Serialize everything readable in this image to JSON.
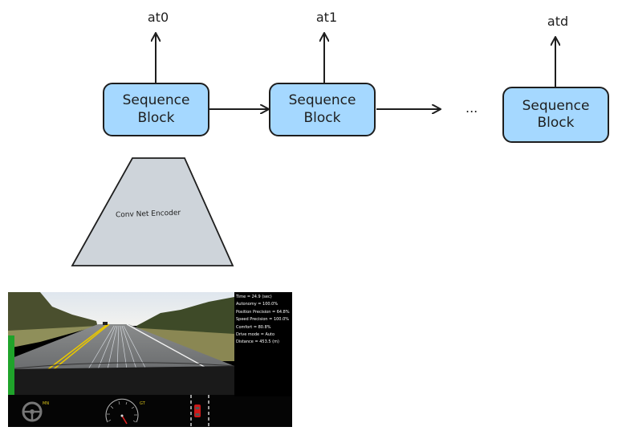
{
  "diagram": {
    "blocks": [
      {
        "line1": "Sequence",
        "line2": "Block"
      },
      {
        "line1": "Sequence",
        "line2": "Block"
      },
      {
        "line1": "Sequence",
        "line2": "Block"
      }
    ],
    "outputs": [
      "at0",
      "at1",
      "atd"
    ],
    "ellipsis": "...",
    "encoder_label": "Conv Net Encoder"
  },
  "driving_frame": {
    "hud_lines": [
      "Time = 24.9 (sec)",
      "Autonomy = 100.0%",
      "Position Precision = 64.8%",
      "Speed Precision = 100.0%",
      "Comfort = 80.8%",
      "Drive mode = Auto",
      "Distance = 453.5 (m)"
    ],
    "label_left": "MN",
    "label_right": "GT",
    "colors": {
      "block_fill": "#a5d8ff",
      "encoder_fill": "#ced4da",
      "stroke": "#1e1e1e",
      "hud_background": "#000000",
      "steering_bar": "#1fa32a",
      "lane_yellow": "#e8c600"
    }
  }
}
